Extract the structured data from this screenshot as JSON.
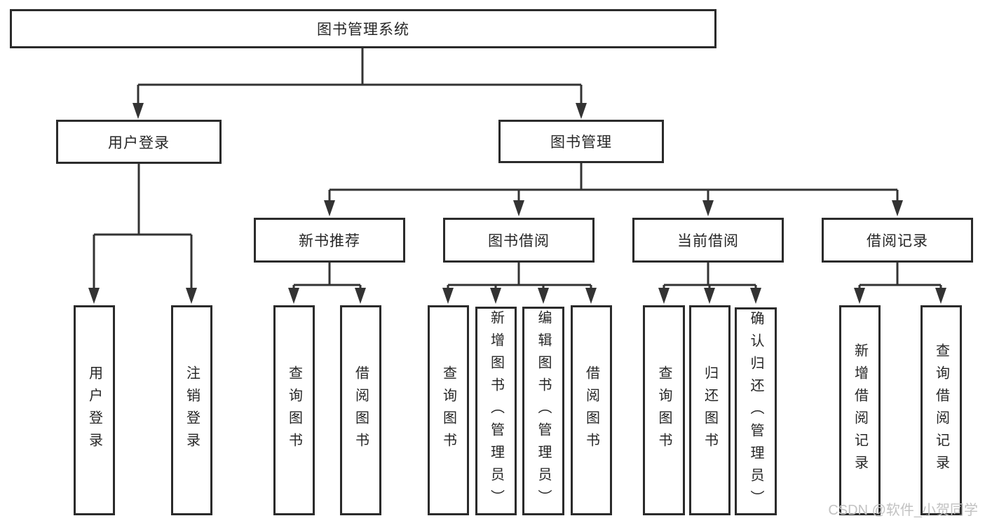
{
  "diagram": {
    "root": {
      "label": "图书管理系统"
    },
    "branches": [
      {
        "label": "用户登录",
        "children": [
          {
            "label": "用户登录"
          },
          {
            "label": "注销登录"
          }
        ]
      },
      {
        "label": "图书管理",
        "children": [
          {
            "label": "新书推荐",
            "children": [
              {
                "label": "查询图书"
              },
              {
                "label": "借阅图书"
              }
            ]
          },
          {
            "label": "图书借阅",
            "children": [
              {
                "label": "查询图书"
              },
              {
                "label": "新增图书（管理员）"
              },
              {
                "label": "编辑图书（管理员）"
              },
              {
                "label": "借阅图书"
              }
            ]
          },
          {
            "label": "当前借阅",
            "children": [
              {
                "label": "查询图书"
              },
              {
                "label": "归还图书"
              },
              {
                "label": "确认归还（管理员）"
              }
            ]
          },
          {
            "label": "借阅记录",
            "children": [
              {
                "label": "新增借阅记录"
              },
              {
                "label": "查询借阅记录"
              }
            ]
          }
        ]
      }
    ]
  },
  "watermark": {
    "text": "CSDN @软件_小贺同学"
  },
  "colors": {
    "background": "#ffffff",
    "box_border": "#2b2b2b",
    "line": "#333333",
    "text": "#262626",
    "watermark": "#c2c2c2"
  }
}
